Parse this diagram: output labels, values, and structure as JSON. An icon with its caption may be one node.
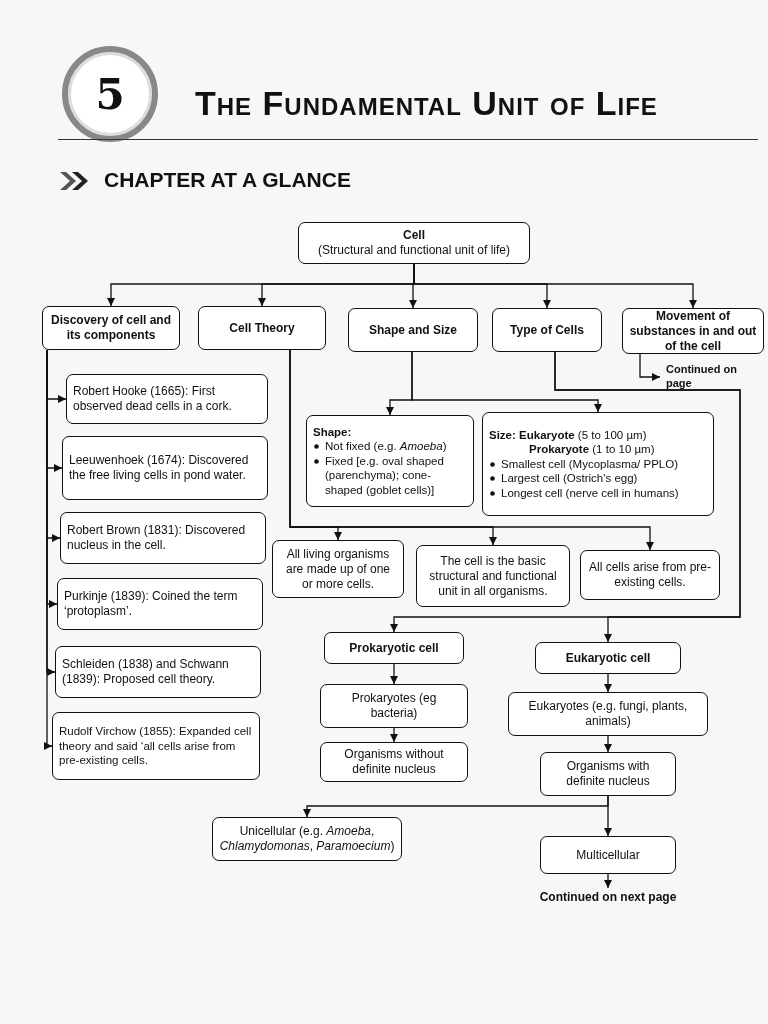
{
  "diagram": {
    "title": "The Fundamental Unit of Life",
    "nodes": [
      {
        "text": [
          "Cell",
          "(Structural and functional unit of life)"
        ]
      },
      {
        "text": [
          "Discovery of cell and its components"
        ]
      },
      {
        "text": [
          "Cell Theory"
        ]
      },
      {
        "text": [
          "Shape and Size"
        ]
      },
      {
        "text": [
          "Type of Cells"
        ]
      },
      {
        "text": [
          "Movement of substances in and out of the cell"
        ]
      },
      {
        "text": [
          "Continued on page"
        ]
      },
      {
        "text": [
          "Robert Hooke (1665): First observed dead cells in a cork."
        ]
      },
      {
        "text": [
          "Leeuwenhoek (1674): Discovered the free living cells in pond water."
        ]
      },
      {
        "text": [
          "Robert Brown (1831): Discovered nucleus in the cell."
        ]
      },
      {
        "text": [
          "Purkinje (1839): Coined the term ‘protoplasm’."
        ]
      },
      {
        "text": [
          "Schleiden (1838) and Schwann (1839): Proposed cell theory."
        ]
      },
      {
        "text": [
          "Rudolf Virchow (1855): Expanded cell theory and said ‘all cells arise from pre-existing cells."
        ]
      },
      {
        "text": [
          "Shape:",
          "Not fixed (e.g. *Amoeba*)",
          "Fixed [e.g. oval shaped (parenchyma); cone-shaped (goblet cells)]"
        ]
      },
      {
        "text": [
          "**Size: Eukaryote** (5 to 100 µm)",
          "**Prokaryote** (1 to 10 µm)",
          "Smallest cell (Mycoplasma/ PPLO)",
          "Largest cell (Ostrich's egg)",
          "Longest cell (nerve cell in humans)"
        ]
      },
      {
        "text": [
          "All living organisms are made up of one or more cells."
        ]
      },
      {
        "text": [
          "The cell is the basic structural and functional unit in all organisms."
        ]
      },
      {
        "text": [
          "All cells arise from pre-existing cells."
        ]
      },
      {
        "text": [
          "Prokaryotic cell"
        ]
      },
      {
        "text": [
          "Eukaryotic cell"
        ]
      },
      {
        "text": [
          "Prokaryotes (eg bacteria)"
        ]
      },
      {
        "text": [
          "Eukaryotes (e.g. fungi, plants, animals)"
        ]
      },
      {
        "text": [
          "Organisms without definite nucleus"
        ]
      },
      {
        "text": [
          "Organisms with definite nucleus"
        ]
      },
      {
        "text": [
          "Unicellular (e.g. *Amoeba*, *Chlamydomonas*, *Paramoecium*)"
        ]
      },
      {
        "text": [
          "Multicellular"
        ]
      },
      {
        "text": [
          "Continued on next page"
        ]
      }
    ],
    "edges": [
      {
        "from": 0,
        "to": 1,
        "arrow": "to"
      },
      {
        "from": 0,
        "to": 2,
        "arrow": "to"
      },
      {
        "from": 0,
        "to": 3,
        "arrow": "to"
      },
      {
        "from": 0,
        "to": 4,
        "arrow": "to"
      },
      {
        "from": 0,
        "to": 5,
        "arrow": "to"
      },
      {
        "from": 5,
        "to": 6,
        "arrow": "to"
      },
      {
        "from": 1,
        "to": 7,
        "arrow": "to"
      },
      {
        "from": 1,
        "to": 8,
        "arrow": "to"
      },
      {
        "from": 1,
        "to": 9,
        "arrow": "to"
      },
      {
        "from": 1,
        "to": 10,
        "arrow": "to"
      },
      {
        "from": 1,
        "to": 11,
        "arrow": "to"
      },
      {
        "from": 1,
        "to": 12,
        "arrow": "to"
      },
      {
        "from": 3,
        "to": 13,
        "arrow": "to"
      },
      {
        "from": 3,
        "to": 14,
        "arrow": "to"
      },
      {
        "from": 2,
        "to": 15,
        "arrow": "to"
      },
      {
        "from": 2,
        "to": 16,
        "arrow": "to"
      },
      {
        "from": 2,
        "to": 17,
        "arrow": "to"
      },
      {
        "from": 4,
        "to": 18,
        "arrow": "to"
      },
      {
        "from": 4,
        "to": 19,
        "arrow": "to"
      },
      {
        "from": 18,
        "to": 20,
        "arrow": "to"
      },
      {
        "from": 19,
        "to": 21,
        "arrow": "to"
      },
      {
        "from": 20,
        "to": 22,
        "arrow": "to"
      },
      {
        "from": 21,
        "to": 23,
        "arrow": "to"
      },
      {
        "from": 23,
        "to": 24,
        "arrow": "to"
      },
      {
        "from": 23,
        "to": 25,
        "arrow": "to"
      },
      {
        "from": 25,
        "to": 26,
        "arrow": "to"
      }
    ],
    "labels": [
      "5",
      "CHAPTER AT A GLANCE"
    ]
  }
}
